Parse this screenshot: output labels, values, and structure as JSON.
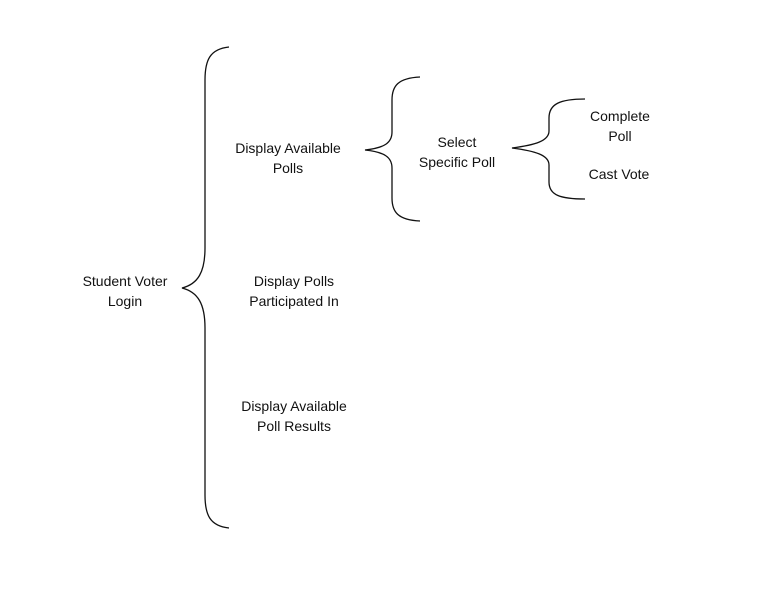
{
  "diagram": {
    "root": {
      "lines": [
        "Student Voter",
        "Login"
      ]
    },
    "level1": [
      {
        "lines": [
          "Display Available",
          "Polls"
        ]
      },
      {
        "lines": [
          "Display Polls",
          "Participated In"
        ]
      },
      {
        "lines": [
          "Display Available",
          "Poll Results"
        ]
      }
    ],
    "level2": {
      "lines": [
        "Select",
        "Specific Poll"
      ]
    },
    "level3": [
      {
        "lines": [
          "Complete",
          "Poll"
        ]
      },
      {
        "lines": [
          "Cast Vote"
        ]
      }
    ],
    "colors": {
      "ink": "#111111",
      "background": "#ffffff"
    }
  }
}
